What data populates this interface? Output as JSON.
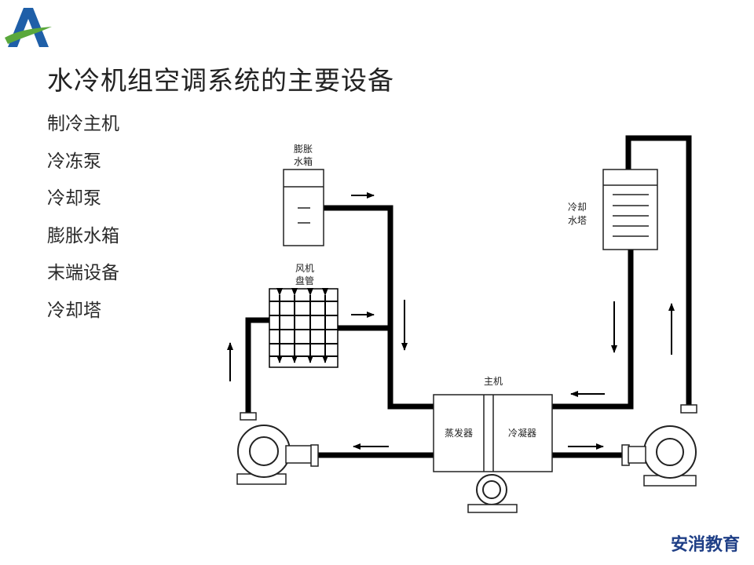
{
  "page": {
    "title": "水冷机组空调系统的主要设备",
    "equipment_list": [
      "制冷主机",
      "冷冻泵",
      "冷却泵",
      "膨胀水箱",
      "末端设备",
      "冷却塔"
    ],
    "brand": "安消教育"
  },
  "diagram": {
    "labels": {
      "expansion_tank_l1": "膨胀",
      "expansion_tank_l2": "水箱",
      "fan_coil_l1": "风机",
      "fan_coil_l2": "盘管",
      "cooling_tower_l1": "冷却",
      "cooling_tower_l2": "水塔",
      "chiller": "主机",
      "evaporator": "蒸发器",
      "condenser": "冷凝器"
    }
  },
  "colors": {
    "brand_blue": "#1f3f86",
    "logo_green": "#5aa83c",
    "pipe": "#000000"
  }
}
